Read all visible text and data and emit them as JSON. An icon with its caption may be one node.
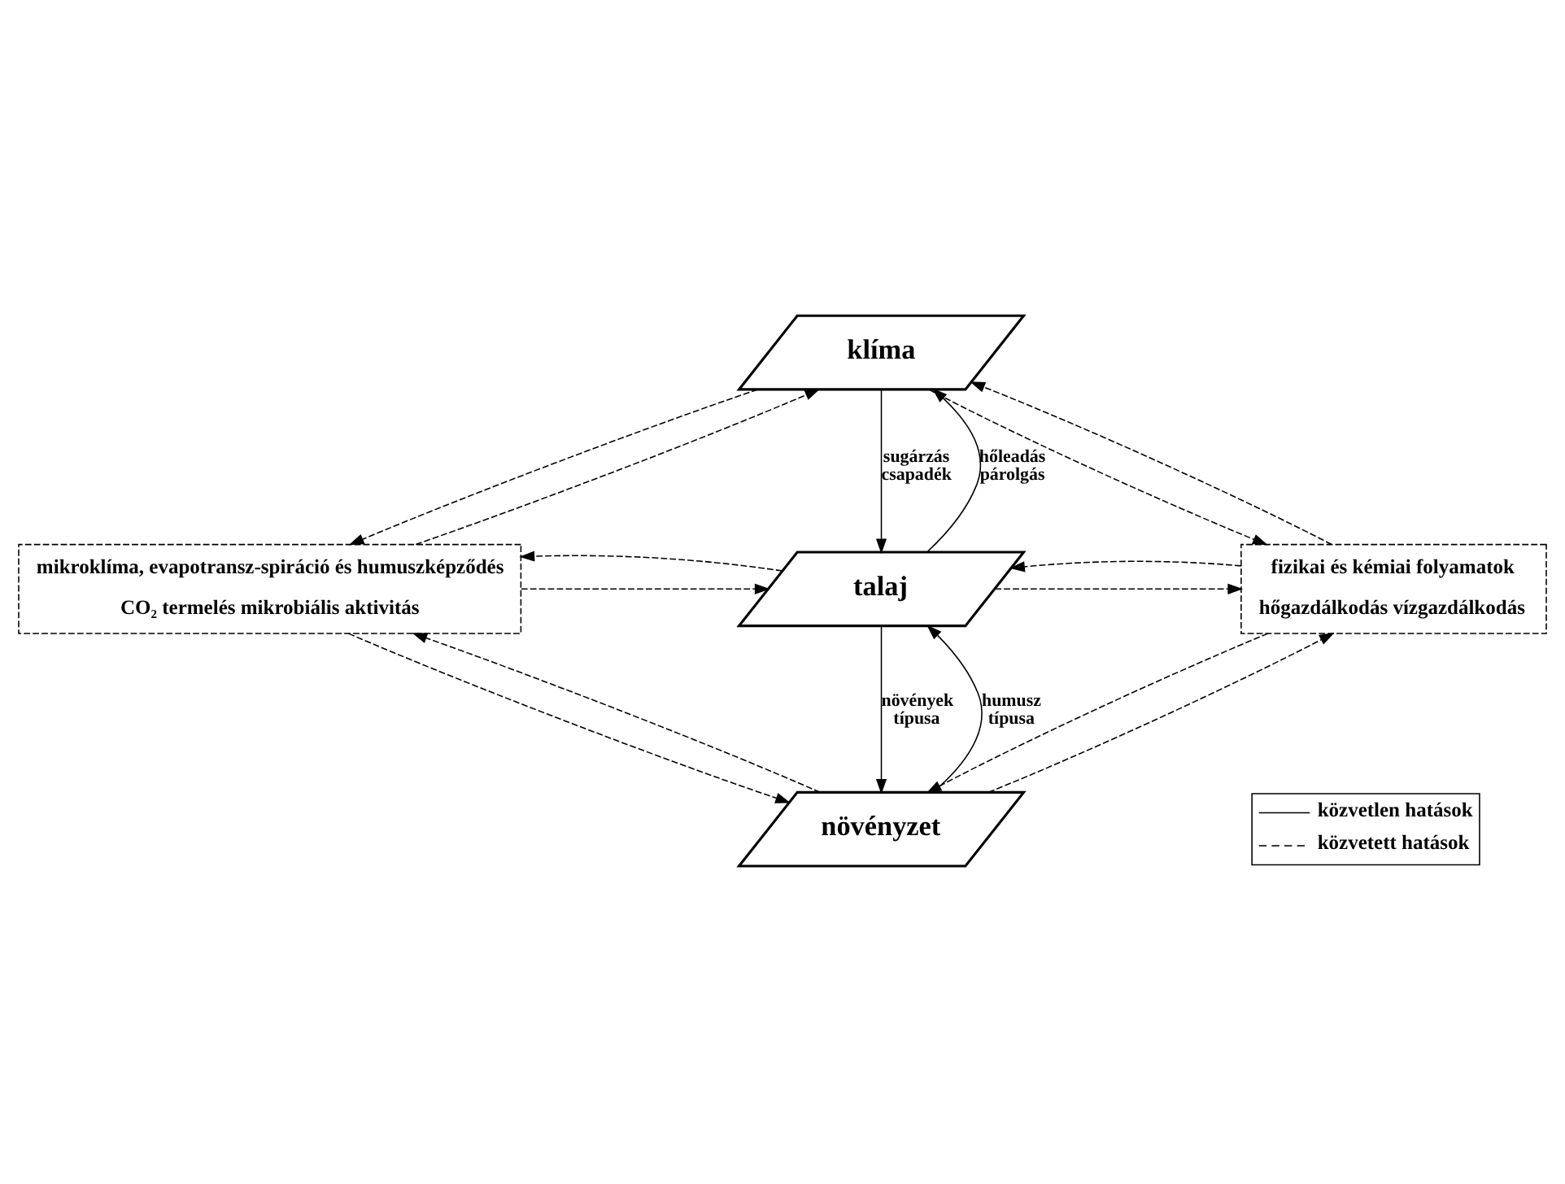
{
  "diagram": {
    "nodes": [
      {
        "text": [
          "klíma"
        ]
      },
      {
        "text": [
          "mikroklíma, evapotransz-spiráció és humuszképződés",
          "CO₂ termelés mikrobiális aktivitás"
        ]
      },
      {
        "text": [
          "talaj"
        ]
      },
      {
        "text": [
          "fizikai és kémiai folyamatok",
          "hőgazdálkodás vízgazdálkodás"
        ]
      },
      {
        "text": [
          "növényzet"
        ]
      }
    ],
    "edges": [
      {
        "from": 0,
        "to": 2,
        "arrow": "to",
        "label": "sugárzás csapadék"
      },
      {
        "from": 2,
        "to": 0,
        "arrow": "to",
        "label": "hőleadás párolgás"
      },
      {
        "from": 2,
        "to": 4,
        "arrow": "to",
        "label": "növények típusa"
      },
      {
        "from": 4,
        "to": 2,
        "arrow": "to",
        "label": "humusz típusa"
      },
      {
        "from": 0,
        "to": 1,
        "arrow": "to",
        "style": "dashed"
      },
      {
        "from": 1,
        "to": 0,
        "arrow": "to",
        "style": "dashed"
      },
      {
        "from": 0,
        "to": 3,
        "arrow": "to",
        "style": "dashed"
      },
      {
        "from": 3,
        "to": 0,
        "arrow": "to",
        "style": "dashed"
      },
      {
        "from": 1,
        "to": 2,
        "arrow": "to",
        "style": "dashed"
      },
      {
        "from": 2,
        "to": 1,
        "arrow": "to",
        "style": "dashed"
      },
      {
        "from": 2,
        "to": 3,
        "arrow": "to",
        "style": "dashed"
      },
      {
        "from": 3,
        "to": 2,
        "arrow": "to",
        "style": "dashed"
      },
      {
        "from": 1,
        "to": 4,
        "arrow": "to",
        "style": "dashed"
      },
      {
        "from": 4,
        "to": 1,
        "arrow": "to",
        "style": "dashed"
      },
      {
        "from": 3,
        "to": 4,
        "arrow": "to",
        "style": "dashed"
      },
      {
        "from": 4,
        "to": 3,
        "arrow": "to",
        "style": "dashed"
      }
    ],
    "legend": [
      {
        "text": "közvetlen hatások"
      },
      {
        "text": "közvetett hatások"
      }
    ]
  }
}
